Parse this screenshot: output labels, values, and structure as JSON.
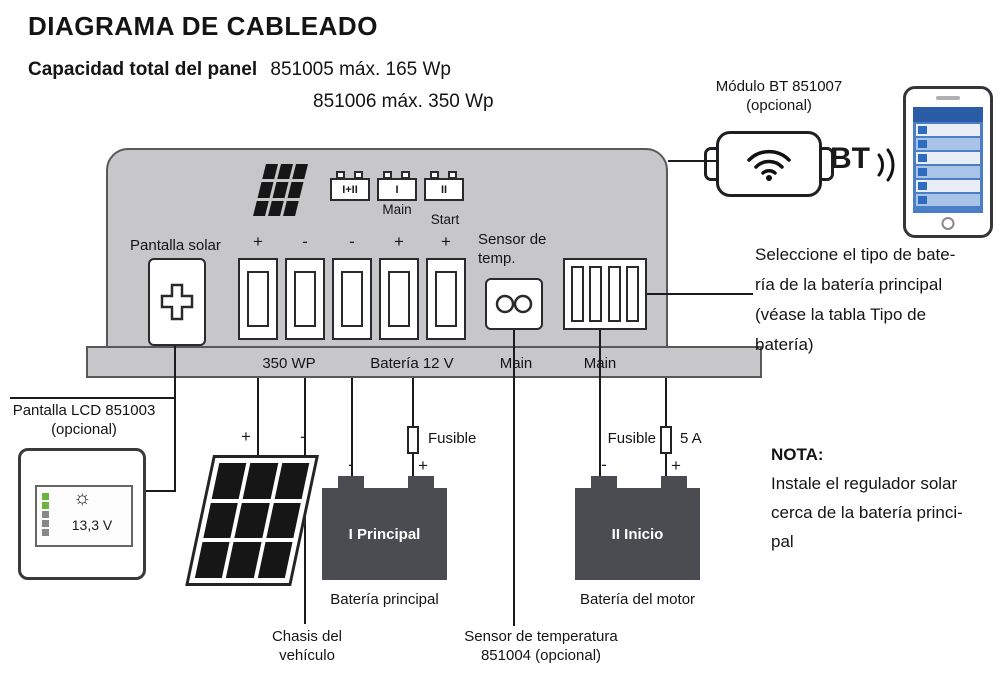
{
  "title": "DIAGRAMA DE CABLEADO",
  "capacity": {
    "label": "Capacidad total del panel",
    "value1": "851005 máx. 165 Wp",
    "value2": "851006 máx. 350 Wp"
  },
  "bt": {
    "label1": "Módulo BT 851007",
    "label2": "(opcional)",
    "bt": "BT"
  },
  "select_note": {
    "l1": "Seleccione el tipo de bate-",
    "l2": "ría de la batería principal",
    "l3": "(véase la tabla Tipo de",
    "l4": "batería)"
  },
  "device": {
    "pantalla_solar": "Pantalla solar",
    "switches": [
      "I+II",
      "I",
      "II"
    ],
    "switch_main": "Main",
    "switch_start": "Start",
    "polarity": [
      "+",
      "-",
      "-",
      "+",
      "+"
    ],
    "sensor1": "Sensor de",
    "sensor2": "temp.",
    "wp": "350 WP",
    "bateria12": "Batería 12 V",
    "main1": "Main",
    "main2": "Main"
  },
  "lcd": {
    "label1": "Pantalla LCD 851003",
    "label2": "(opcional)",
    "sun": "☼",
    "value": "13,3 V"
  },
  "solar": {
    "plus": "+",
    "minus": "-"
  },
  "bat1": {
    "minus": "-",
    "plus": "+",
    "fuse": "Fusible",
    "name": "I Principal",
    "caption": "Batería principal"
  },
  "bat2": {
    "minus": "-",
    "plus": "+",
    "fuse": "Fusible",
    "fuse_val": "5 A",
    "name": "II Inicio",
    "caption": "Batería del motor"
  },
  "nota": {
    "title": "NOTA:",
    "l1": "Instale el regulador solar",
    "l2": "cerca de la batería princi-",
    "l3": "pal"
  },
  "bottom": {
    "chasis1": "Chasis del",
    "chasis2": "vehículo",
    "sensor1": "Sensor de temperatura",
    "sensor2": "851004 (opcional)"
  },
  "colors": {
    "device_gray": "#c7c7c9",
    "battery_dark": "#4b4b52",
    "phone_blue": "#4a7fc8"
  }
}
